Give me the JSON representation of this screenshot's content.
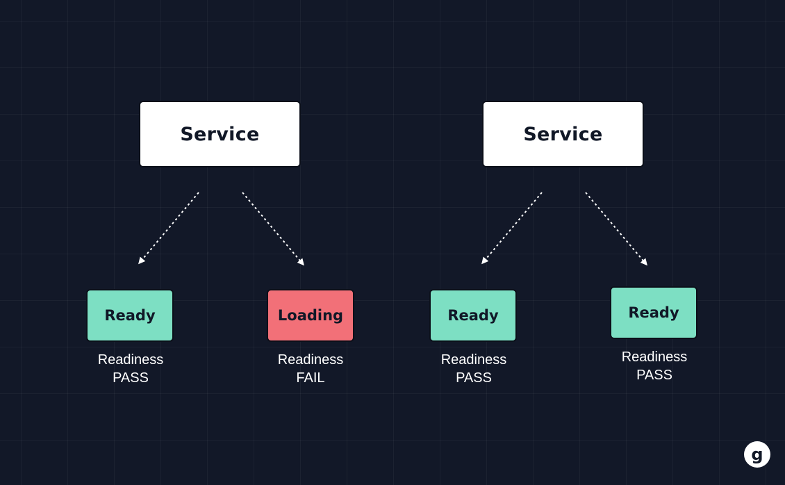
{
  "colors": {
    "background": "#121828",
    "service_box": "#ffffff",
    "ready": "#7ddfc3",
    "loading": "#f27078",
    "arrow": "#ffffff"
  },
  "groups": [
    {
      "service": {
        "label": "Service"
      },
      "pods": [
        {
          "label": "Ready",
          "status": "ready",
          "caption_line1": "Readiness",
          "caption_line2": "PASS"
        },
        {
          "label": "Loading",
          "status": "loading",
          "caption_line1": "Readiness",
          "caption_line2": "FAIL"
        }
      ]
    },
    {
      "service": {
        "label": "Service"
      },
      "pods": [
        {
          "label": "Ready",
          "status": "ready",
          "caption_line1": "Readiness",
          "caption_line2": "PASS"
        },
        {
          "label": "Ready",
          "status": "ready",
          "caption_line1": "Readiness",
          "caption_line2": "PASS"
        }
      ]
    }
  ],
  "logo": {
    "text": "g",
    "icon": "brand-logo-icon"
  }
}
